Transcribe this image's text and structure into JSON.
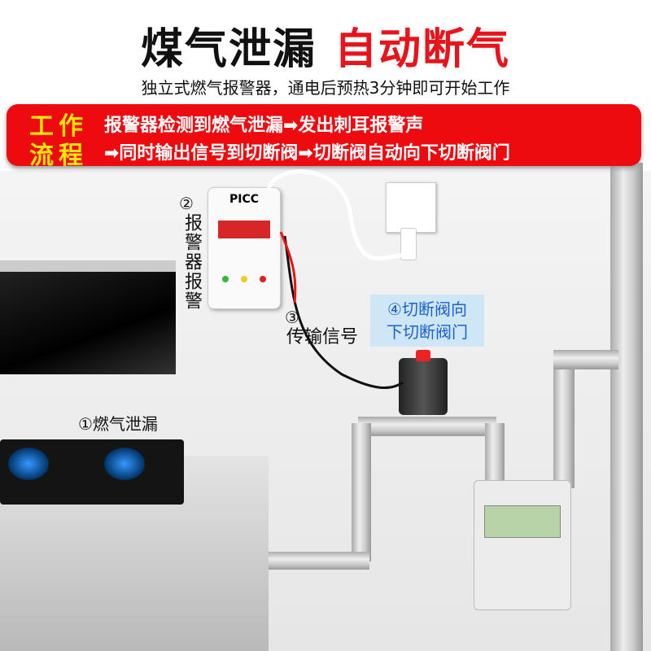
{
  "title": {
    "part1": "煤气泄漏",
    "part2": "自动断气"
  },
  "subtitle": "独立式燃气报警器，通电后预热3分钟即可开始工作",
  "banner": {
    "label_line1": "工作",
    "label_line2": "流程",
    "line1": "报警器检测到燃气泄漏➡发出刺耳报警声",
    "line2": "➡同时输出信号到切断阀➡切断阀自动向下切断阀门"
  },
  "device": {
    "brand": "PICC",
    "step_num": "②",
    "step_text": "报警器报警"
  },
  "signal": {
    "step_num": "③",
    "step_text": "传输信号"
  },
  "valve": {
    "label_line1": "④切断阀向",
    "label_line2": "下切断阀门"
  },
  "leak": {
    "label": "①燃气泄漏"
  },
  "colors": {
    "red": "#ee0b10",
    "yellow": "#ffe600",
    "valve_label_bg": "#cfe6f7",
    "valve_label_text": "#1a62c9"
  }
}
